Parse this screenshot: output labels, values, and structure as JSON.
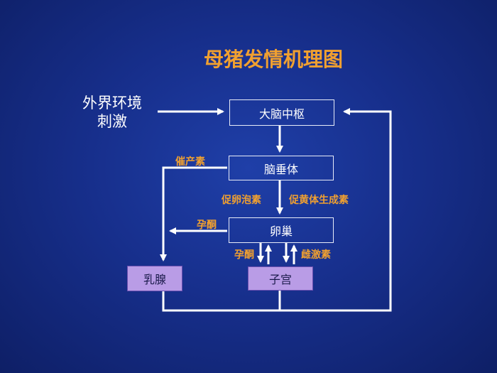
{
  "title": "母猪发情机理图",
  "stimulus": {
    "line1": "外界环境",
    "line2": "刺激"
  },
  "nodes": {
    "brain": "大脑中枢",
    "pituitary": "脑垂体",
    "ovary": "卵巢",
    "mammary": "乳腺",
    "uterus": "子宫"
  },
  "labels": {
    "oxytocin": "催产素",
    "fsh": "促卵泡素",
    "lh": "促黄体生成素",
    "progesterone_left": "孕酮",
    "progesterone_down": "孕酮",
    "estrogen": "雌激素"
  },
  "colors": {
    "line": "#ffffff",
    "label": "#f0a030",
    "box_purple": "#b99ce6",
    "background": "#172f8c"
  }
}
